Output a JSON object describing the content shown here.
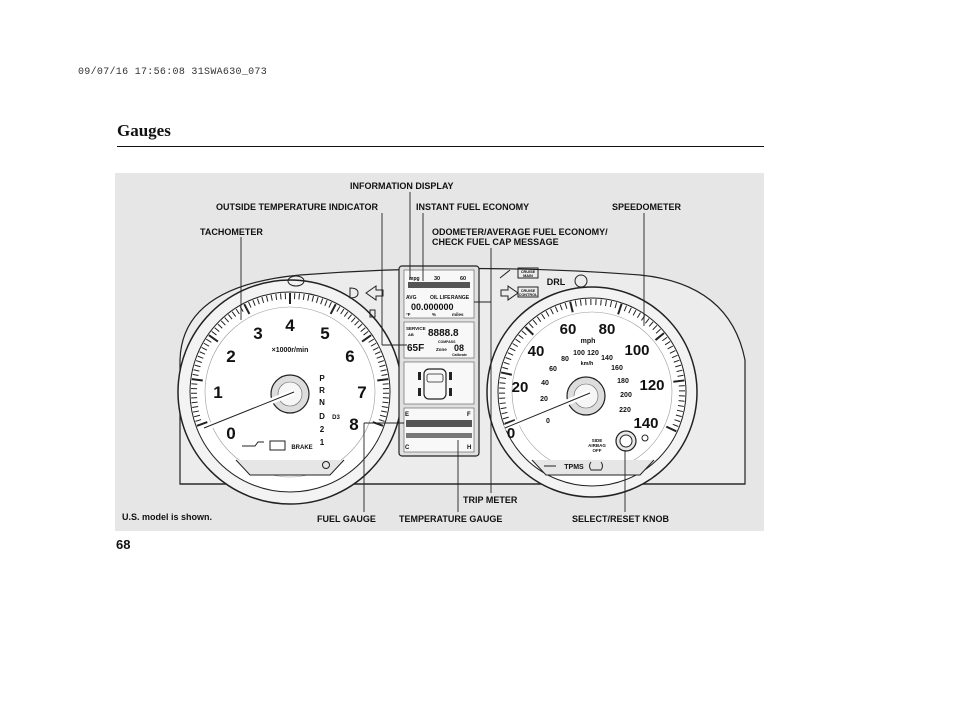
{
  "header": {
    "stamp": "09/07/16 17:56:08 31SWA630_073"
  },
  "page": {
    "title": "Gauges",
    "number": "68"
  },
  "callouts": {
    "information_display": "INFORMATION DISPLAY",
    "outside_temperature_indicator": "OUTSIDE TEMPERATURE INDICATOR",
    "instant_fuel_economy": "INSTANT FUEL ECONOMY",
    "speedometer": "SPEEDOMETER",
    "tachometer": "TACHOMETER",
    "odometer_line1": "ODOMETER/AVERAGE FUEL ECONOMY/",
    "odometer_line2": "CHECK FUEL CAP MESSAGE",
    "trip_meter": "TRIP METER",
    "us_model_note": "U.S. model is shown.",
    "fuel_gauge": "FUEL GAUGE",
    "temperature_gauge": "TEMPERATURE GAUGE",
    "select_reset_knob": "SELECT/RESET KNOB"
  },
  "tachometer": {
    "numbers": [
      "0",
      "1",
      "2",
      "3",
      "4",
      "5",
      "6",
      "7",
      "8"
    ],
    "unit": "×1000r/min",
    "gears": [
      "P",
      "R",
      "N",
      "D",
      "2",
      "1"
    ],
    "gear_d3": "D3",
    "brake": "BRAKE"
  },
  "speedometer": {
    "mph": [
      "0",
      "20",
      "40",
      "60",
      "80",
      "100",
      "120",
      "140"
    ],
    "mph_unit": "mph",
    "kmh": [
      "0",
      "20",
      "40",
      "60",
      "80",
      "100",
      "120",
      "140",
      "160",
      "180",
      "200",
      "220"
    ],
    "kmh_unit": "km/h",
    "drl": "DRL",
    "tpms": "TPMS",
    "side_airbag": [
      "SIDE",
      "AIRBAG",
      "OFF"
    ],
    "cruise_main": [
      "CRUISE",
      "MAIN"
    ],
    "cruise_control": [
      "CRUISE",
      "CONTROL"
    ]
  },
  "info_display": {
    "mpg": "mpg",
    "scale_30": "30",
    "scale_60": "60",
    "avg": "AVG",
    "oil_life": "OIL LIFE",
    "range": "RANGE",
    "odometer": "00.000000",
    "temp": "°F",
    "percent": "%",
    "miles": "miles",
    "service": "SERVICE",
    "service_sub": "AB",
    "service_value": "8888.8",
    "outside_temp": "65F",
    "compass": "COMPASS",
    "zone": "Zone",
    "zone_value": "08",
    "calibrate": "Calibrate",
    "fuel_e": "E",
    "fuel_f": "F",
    "temp_c": "C",
    "temp_h": "H"
  }
}
